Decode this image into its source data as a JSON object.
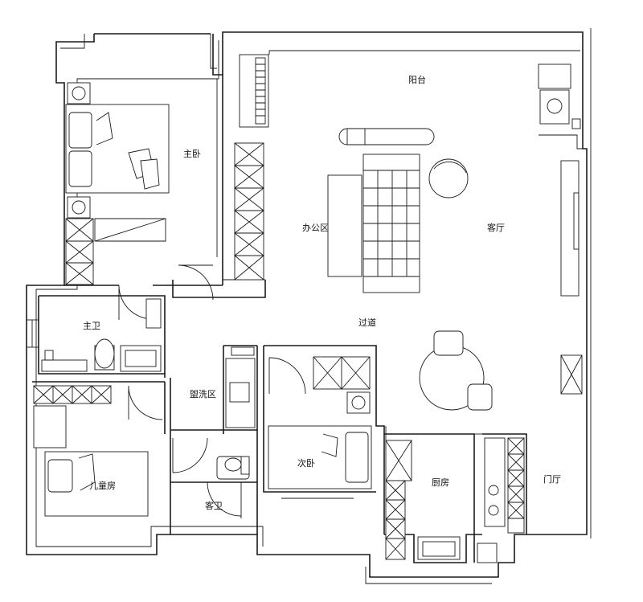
{
  "rooms": {
    "balcony": "阳台",
    "master_bedroom": "主卧",
    "office_area": "办公区",
    "living_room": "客厅",
    "master_bath": "主卫",
    "corridor": "过道",
    "washing_area": "盥洗区",
    "second_bedroom": "次卧",
    "kids_room": "儿童房",
    "guest_bath": "客卫",
    "kitchen": "厨房",
    "foyer": "门厅"
  }
}
